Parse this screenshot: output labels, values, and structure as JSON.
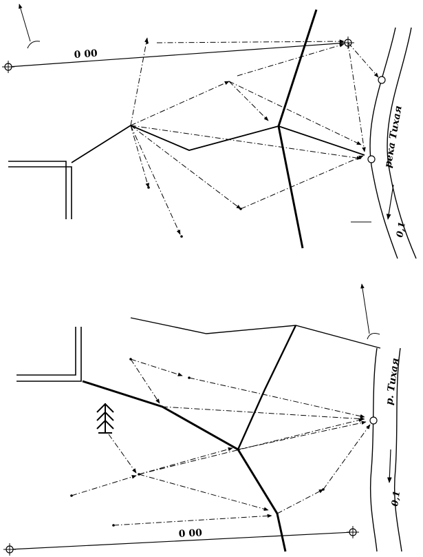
{
  "top_map": {
    "traverse_label": "0   00",
    "river_name": "река Тихая",
    "flow_value": "0,1"
  },
  "bottom_map": {
    "traverse_label": "0   00",
    "river_name": "р. Тихая",
    "flow_value": "0,1"
  },
  "colors": {
    "ink": "#000000",
    "paper": "#ffffff"
  }
}
